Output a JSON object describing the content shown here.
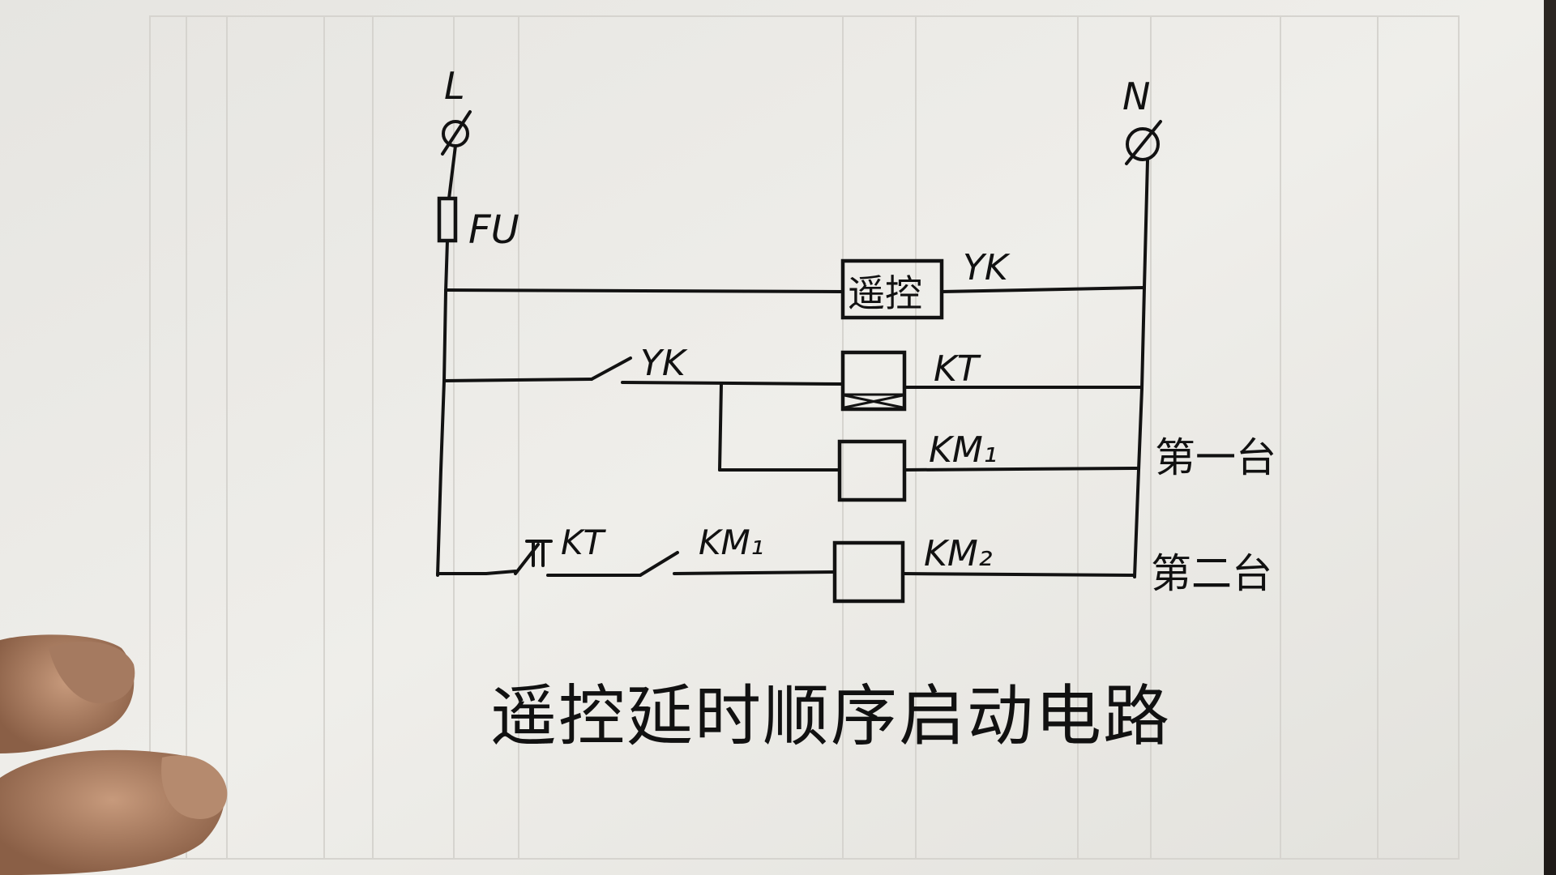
{
  "diagram": {
    "title": "遥控延时顺序启动电路",
    "terminals": {
      "line": "L",
      "neutral": "N"
    },
    "fuse": "FU",
    "remote_receiver": {
      "box_text": "遥控",
      "label": "YK"
    },
    "yk_contact": "YK",
    "timer_coil": "KT",
    "km1_coil": "KM₁",
    "timer_contact": "KT",
    "km1_contact": "KM₁",
    "km2_coil": "KM₂",
    "motor1_label": "第一台",
    "motor2_label": "第二台"
  },
  "colors": {
    "ink": "#121212",
    "paper": "#ecebe7"
  }
}
